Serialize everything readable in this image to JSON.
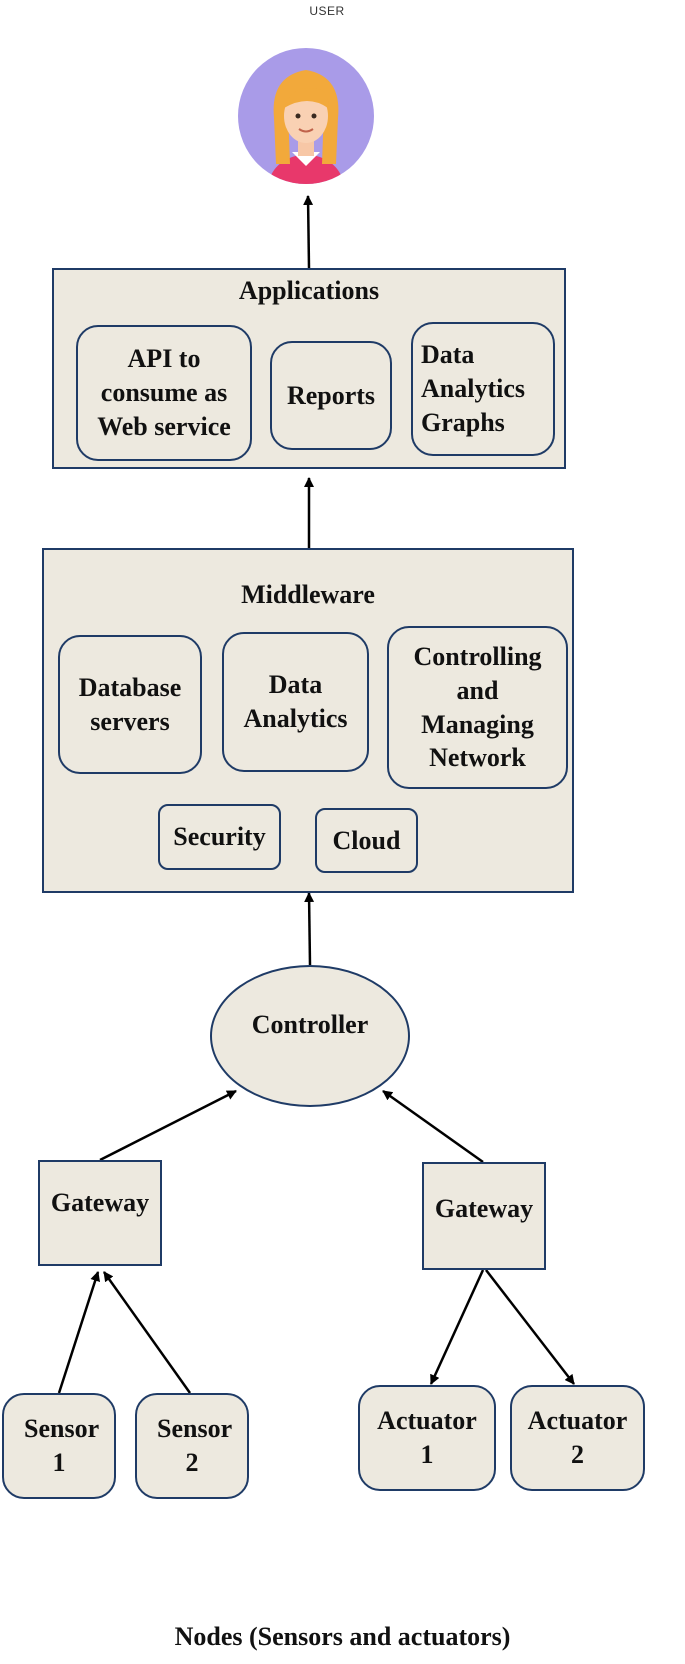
{
  "user": {
    "label": "USER",
    "icon": "user-avatar-icon"
  },
  "applications": {
    "title": "Applications",
    "items": [
      {
        "label": "API to consume as Web service"
      },
      {
        "label": "Reports"
      },
      {
        "label": "Data Analytics Graphs"
      }
    ]
  },
  "middleware": {
    "title": "Middleware",
    "items": [
      {
        "label": "Database servers"
      },
      {
        "label": "Data Analytics"
      },
      {
        "label": "Controlling and Managing Network"
      },
      {
        "label": "Security"
      },
      {
        "label": "Cloud"
      }
    ]
  },
  "controller": {
    "label": "Controller"
  },
  "gateways": [
    {
      "label": "Gateway"
    },
    {
      "label": "Gateway"
    }
  ],
  "nodes": [
    {
      "label": "Sensor 1"
    },
    {
      "label": "Sensor 2"
    },
    {
      "label": "Actuator 1"
    },
    {
      "label": "Actuator 2"
    }
  ],
  "caption": "Nodes (Sensors and actuators)",
  "colors": {
    "fill": "#ede9df",
    "border": "#1f3b66",
    "avatar_bg": "#a99be8"
  }
}
